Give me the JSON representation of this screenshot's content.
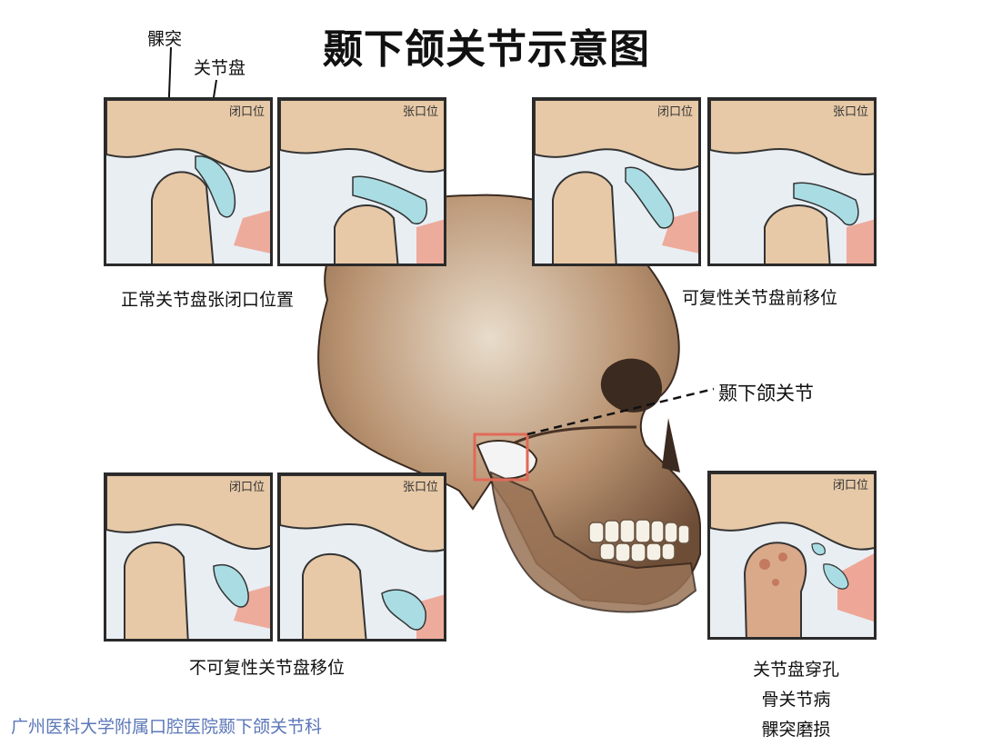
{
  "title": "颞下颌关节示意图",
  "annotations": {
    "condyle": "髁突",
    "disc": "关节盘",
    "tmj": "颞下颌关节"
  },
  "panel_tags": {
    "closed": "闭口位",
    "open": "张口位"
  },
  "captions": {
    "normal": "正常关节盘张闭口位置",
    "reducible": "可复性关节盘前移位",
    "non_reducible": "不可复性关节盘移位",
    "perforation": [
      "关节盘穿孔",
      "骨关节病",
      "髁突磨损"
    ]
  },
  "footer": "广州医科大学附属口腔医院颞下颌关节科",
  "colors": {
    "disc": "#a9dde3",
    "bone": "#e7c9a7",
    "skull": "#a98263",
    "muscle": "#ee9a86",
    "frame": "#2a2a2a",
    "highlight": "#e06a58",
    "footer_text": "#5b77b8"
  }
}
